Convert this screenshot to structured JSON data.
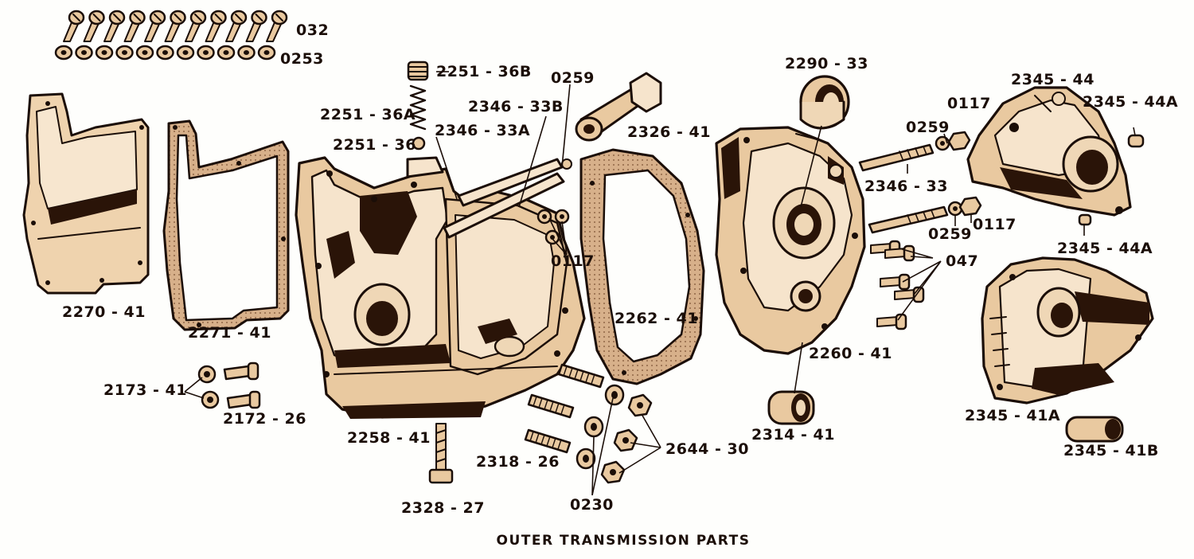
{
  "diagram": {
    "title": "OUTER TRANSMISSION PARTS",
    "colors": {
      "ink": "#1b0e08",
      "tan": "#e9c9a0",
      "tan_light": "#f6e4cc",
      "gasket_fill": "#d9b48e",
      "shadow": "#2a1408",
      "background": "#fefefc"
    },
    "labels": {
      "l_032": "032",
      "l_0253": "0253",
      "l_2251_36b": "2251 - 36B",
      "l_0259_top": "0259",
      "l_2251_36a": "2251 - 36A",
      "l_2346_33b": "2346 - 33B",
      "l_2251_36": "2251 - 36",
      "l_2346_33a": "2346 - 33A",
      "l_2326_41": "2326 - 41",
      "l_2290_33": "2290 - 33",
      "l_2345_44": "2345 - 44",
      "l_0117_top": "0117",
      "l_2345_44a_top": "2345 - 44A",
      "l_0259_mid": "0259",
      "l_2346_33": "2346 - 33",
      "l_0259_low": "0259",
      "l_0117_mid": "0117",
      "l_2345_44a_low": "2345 - 44A",
      "l_047": "047",
      "l_0117_left": "0117",
      "l_2270_41": "2270 - 41",
      "l_2271_41": "2271 - 41",
      "l_2262_41": "2262 - 41",
      "l_2260_41": "2260 - 41",
      "l_2173_41": "2173 - 41",
      "l_2172_26": "2172 - 26",
      "l_2258_41": "2258 - 41",
      "l_2644_30": "2644 - 30",
      "l_2318_26": "2318 - 26",
      "l_2314_41": "2314 - 41",
      "l_2345_41a": "2345 - 41A",
      "l_2345_41b": "2345 - 41B",
      "l_2328_27": "2328 - 27",
      "l_0230": "0230"
    }
  }
}
